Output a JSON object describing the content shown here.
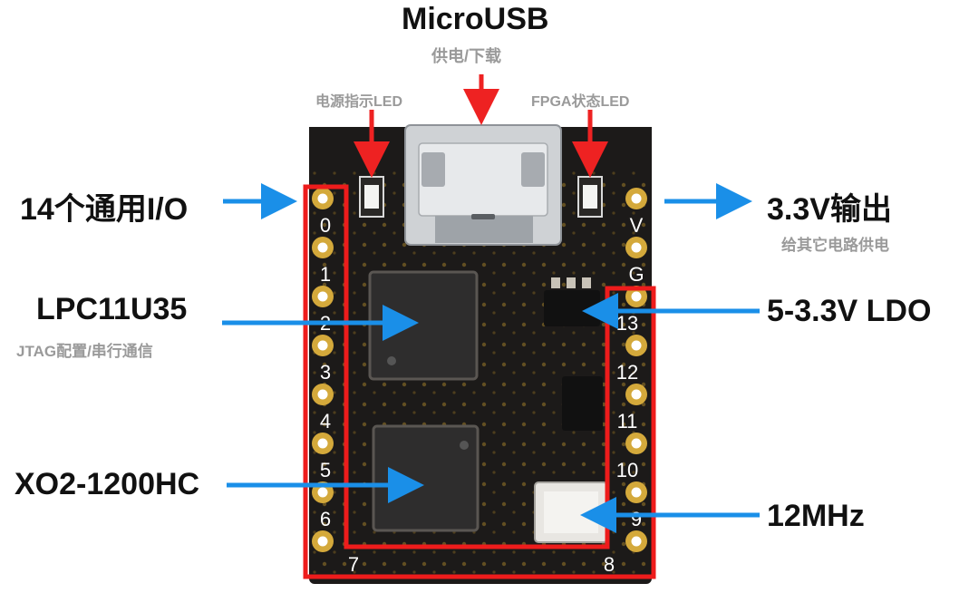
{
  "labels": {
    "microusb": {
      "title": "MicroUSB",
      "sub": "供电/下载"
    },
    "power_led": "电源指示LED",
    "fpga_led": "FPGA状态LED",
    "gpio": "14个通用I/O",
    "output": {
      "title": "3.3V输出",
      "sub": "给其它电路供电"
    },
    "lpc": {
      "title": "LPC11U35",
      "sub": "JTAG配置/串行通信"
    },
    "ldo": "5-3.3V LDO",
    "xo2": "XO2-1200HC",
    "crystal": "12MHz"
  },
  "pins": {
    "left": [
      "0",
      "1",
      "2",
      "3",
      "4",
      "5",
      "6",
      "7"
    ],
    "right": [
      "V",
      "G",
      "13",
      "12",
      "11",
      "10",
      "9",
      "8"
    ]
  },
  "colors": {
    "arrow_red": "#ee2222",
    "arrow_blue": "#1a8fe8",
    "board": "#1c1a19",
    "pad_gold": "#d4a93b",
    "highlight_box": "#ee1c1c"
  }
}
